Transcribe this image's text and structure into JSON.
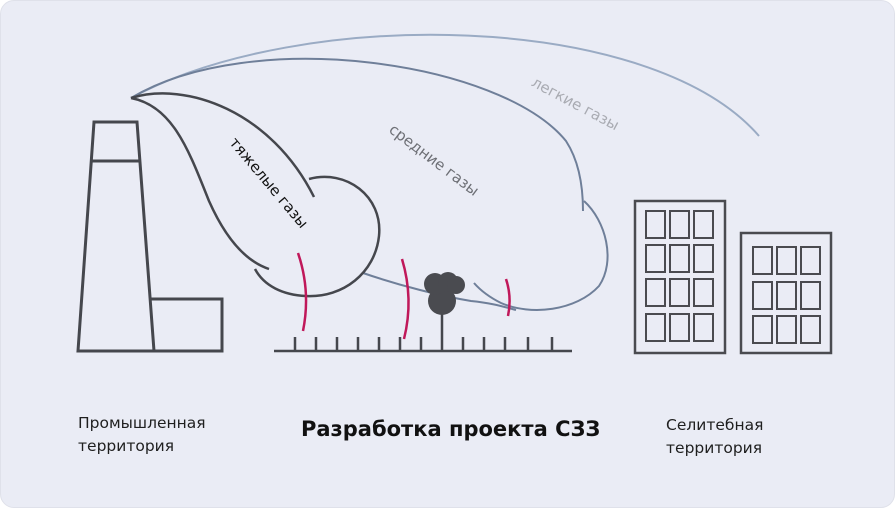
{
  "labels": {
    "heavy_gases": "тяжелые газы",
    "medium_gases": "средние газы",
    "light_gases": "легкие газы",
    "industrial_line1": "Промышленная",
    "industrial_line2": "территория",
    "residential_line1": "Селитебная",
    "residential_line2": "территория",
    "title": "Разработка проекта СЗЗ"
  },
  "colors": {
    "background": "#eaecf5",
    "outline": "#45474d",
    "medium_plume": "#6f7f99",
    "light_plume": "#9aabc4",
    "barrier": "#c0185a"
  }
}
